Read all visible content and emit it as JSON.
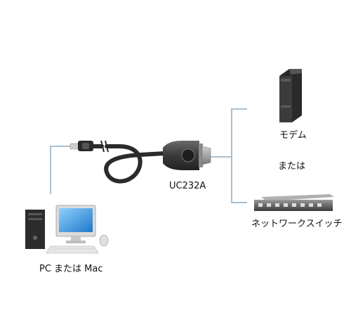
{
  "labels": {
    "pc": "PC または Mac",
    "adapter": "UC232A",
    "modem": "モデム",
    "or": "または",
    "switch": "ネットワークスイッチ"
  },
  "colors": {
    "connector_line": "#a9bfd0",
    "cable": "#2b2b2b",
    "adapter_body": "#3a3a3a",
    "db9_shell": "#9a9a9a",
    "modem_body": "#3c3c3c",
    "switch_body": "#555555",
    "monitor_screen": "#4aa3e0"
  }
}
